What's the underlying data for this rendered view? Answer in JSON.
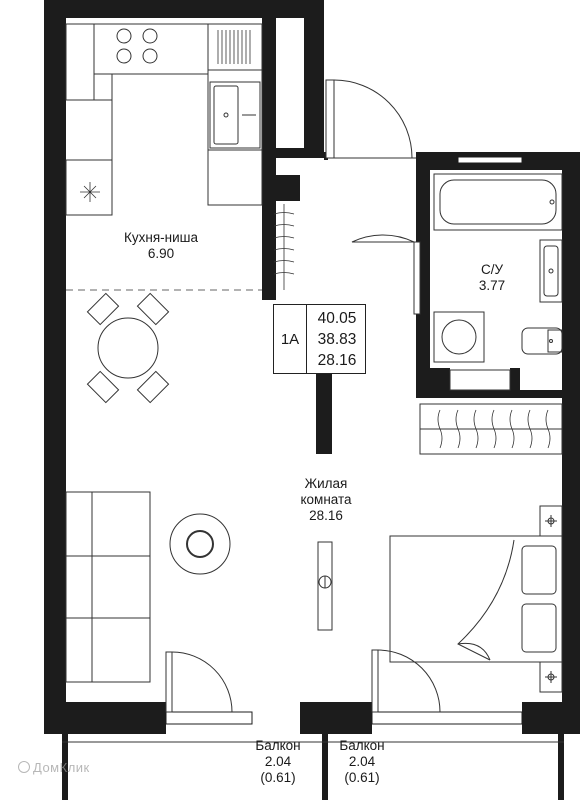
{
  "apartment": {
    "type": "1А",
    "areas": [
      "40.05",
      "38.83",
      "28.16"
    ]
  },
  "rooms": {
    "kitchen": {
      "name": "Кухня-ниша",
      "area": "6.90"
    },
    "bathroom": {
      "name": "С/У",
      "area": "3.77"
    },
    "living": {
      "name_line1": "Жилая",
      "name_line2": "комната",
      "area": "28.16"
    },
    "balcony_left": {
      "name": "Балкон",
      "area": "2.04",
      "reduced": "(0.61)"
    },
    "balcony_right": {
      "name": "Балкон",
      "area": "2.04",
      "reduced": "(0.61)"
    }
  },
  "watermark": {
    "text": "ДомКлик"
  },
  "colors": {
    "wall": "#1c1c1c",
    "line": "#333333",
    "background": "#ffffff"
  }
}
